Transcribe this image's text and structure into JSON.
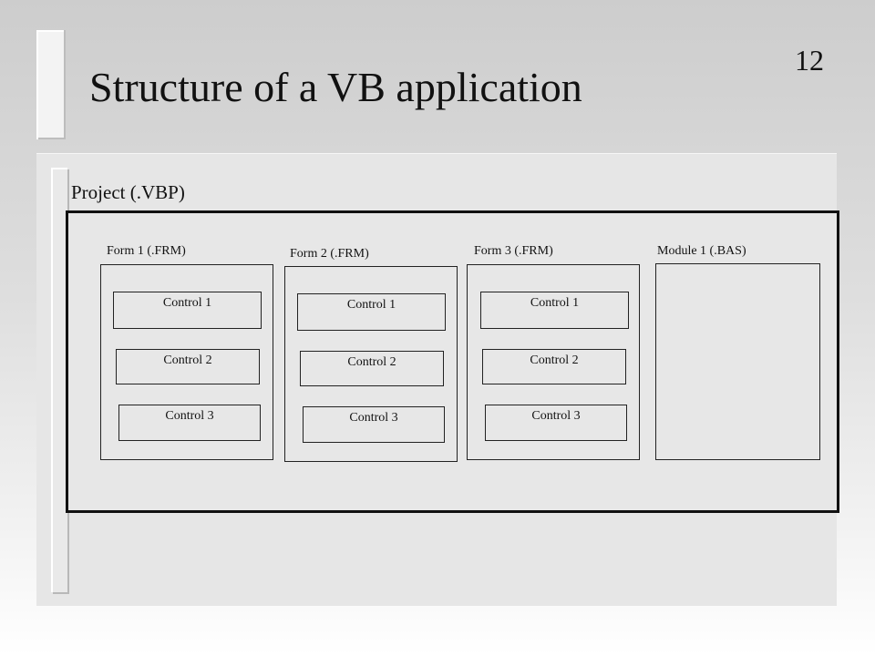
{
  "slide": {
    "page_number": "12",
    "title": "Structure of a VB application"
  },
  "project": {
    "label": "Project (.VBP)",
    "forms": [
      {
        "label": "Form 1 (.FRM)",
        "controls": [
          "Control 1",
          "Control 2",
          "Control 3"
        ]
      },
      {
        "label": "Form 2 (.FRM)",
        "controls": [
          "Control 1",
          "Control 2",
          "Control 3"
        ]
      },
      {
        "label": "Form 3 (.FRM)",
        "controls": [
          "Control 1",
          "Control 2",
          "Control 3"
        ]
      }
    ],
    "module": {
      "label": "Module 1 (.BAS)"
    }
  }
}
